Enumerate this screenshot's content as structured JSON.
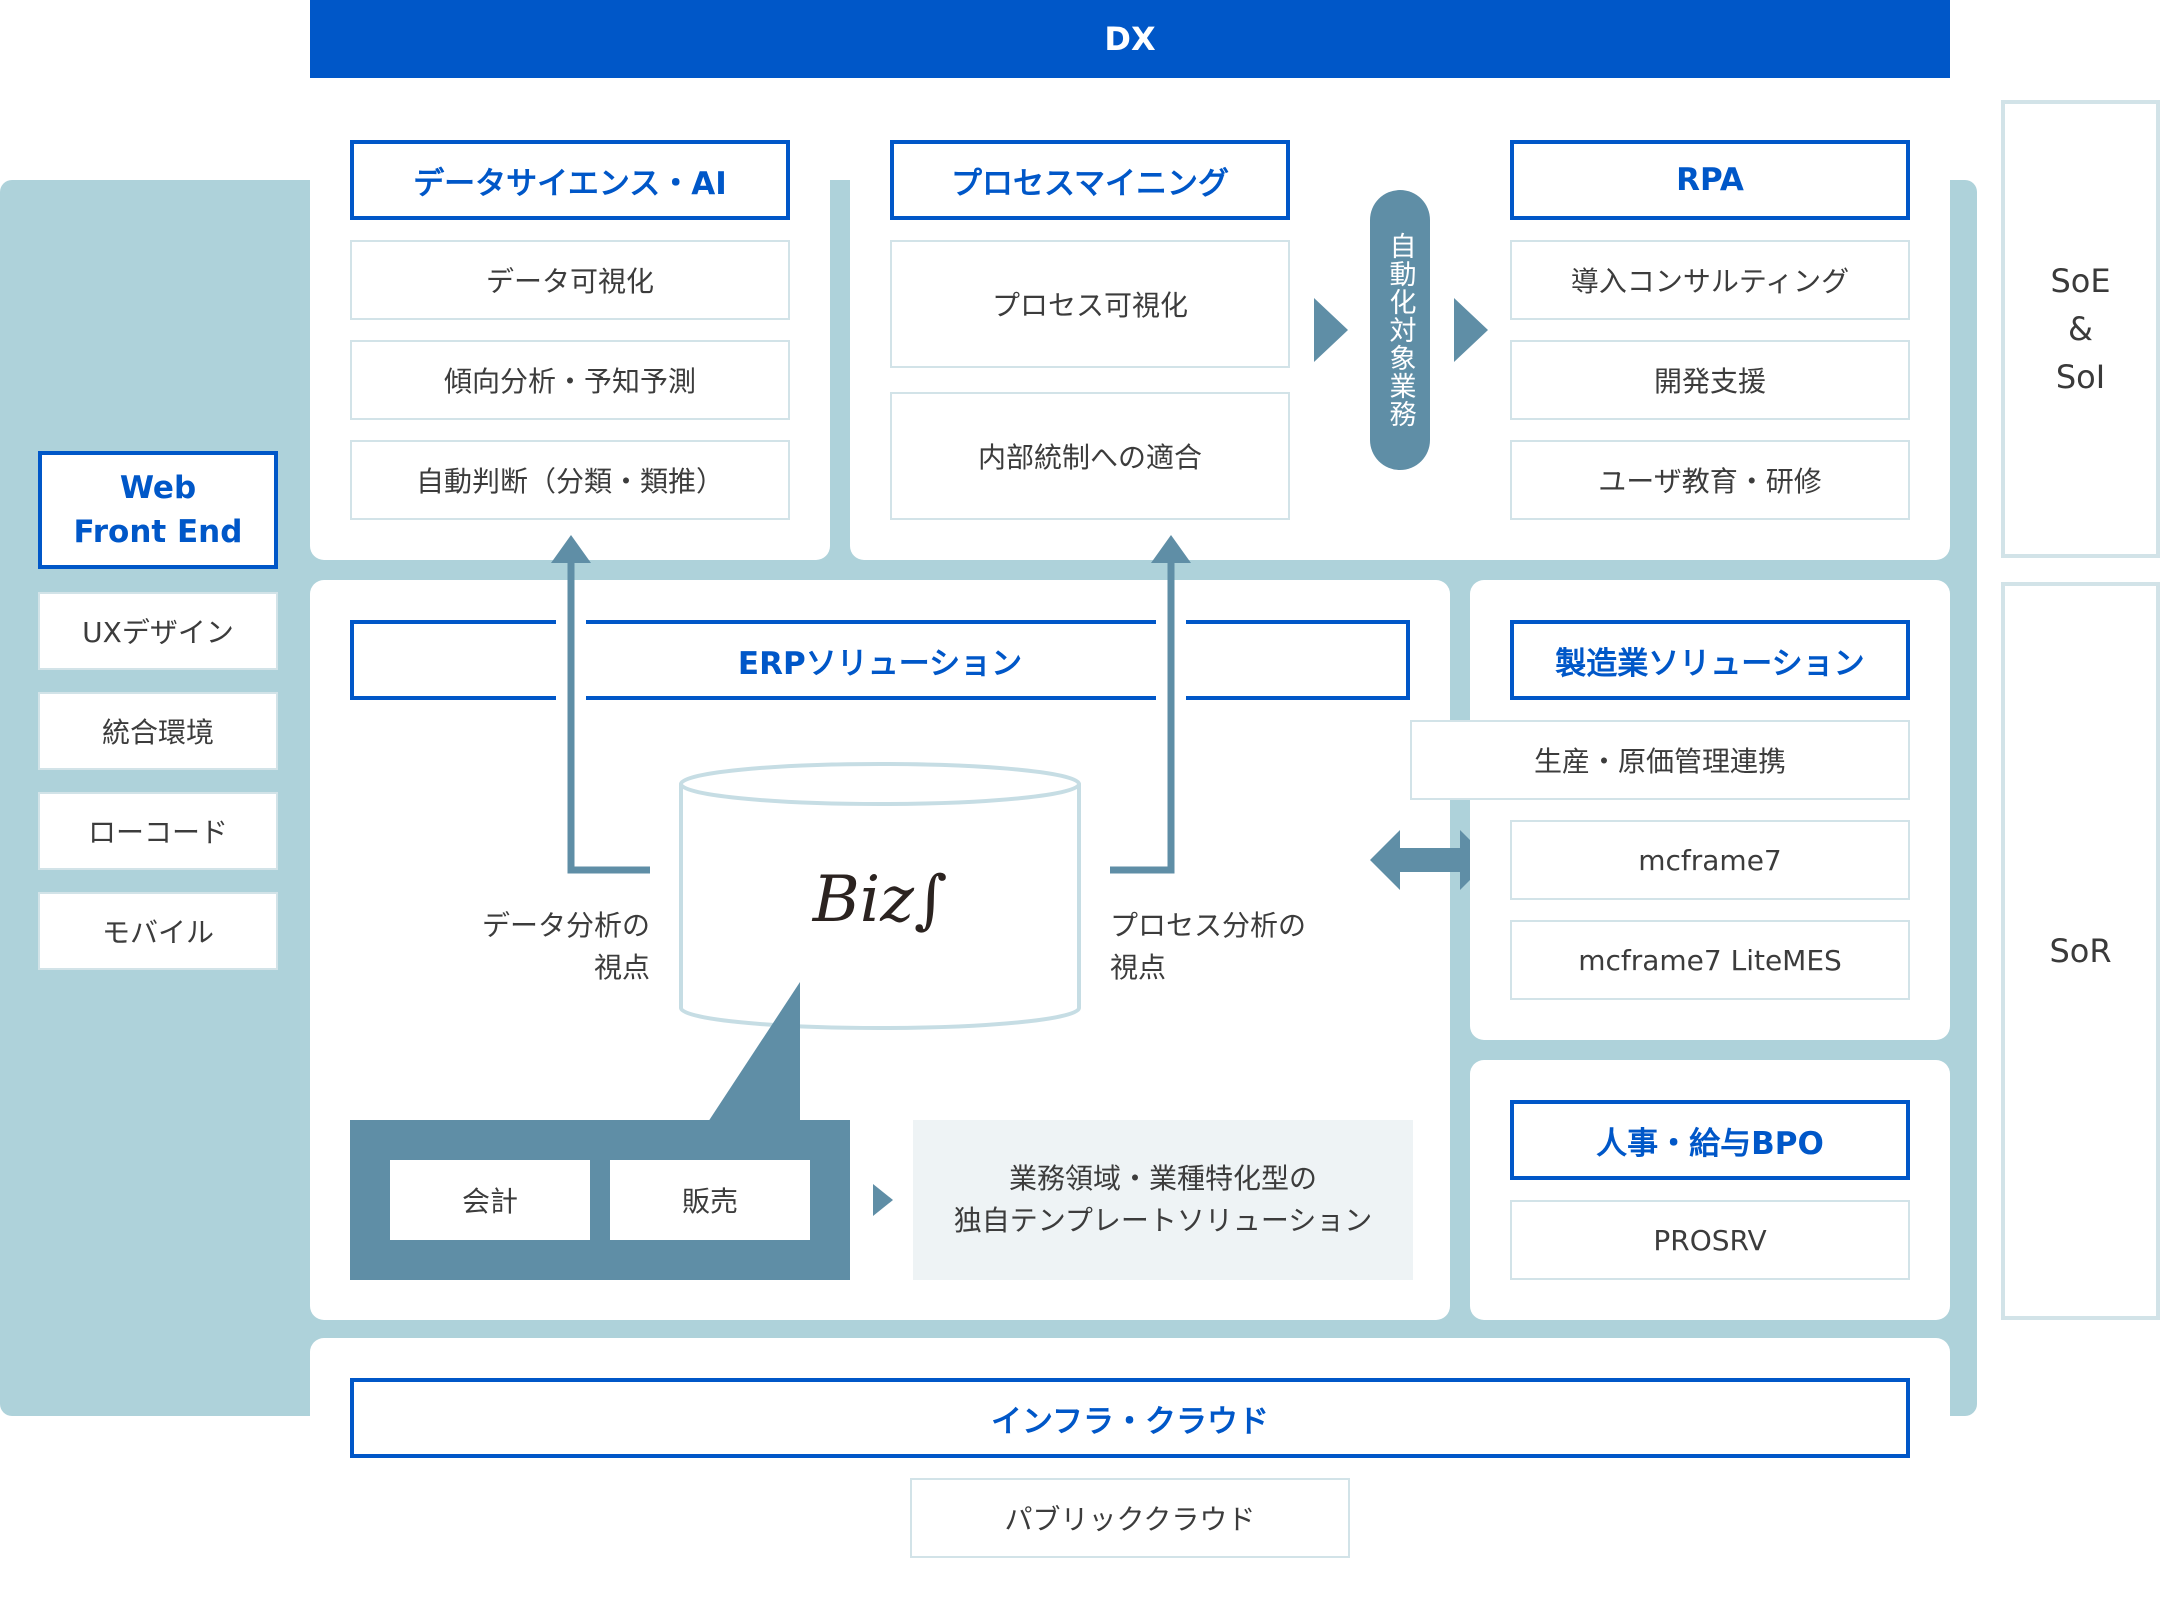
{
  "dx": "DX",
  "soe_soi": [
    "SoE",
    "&",
    "SoI"
  ],
  "sor": "SoR",
  "web_front_end": {
    "title": [
      "Web",
      "Front End"
    ],
    "items": [
      "UXデザイン",
      "統合環境",
      "ローコード",
      "モバイル"
    ]
  },
  "data_science": {
    "title": "データサイエンス・AI",
    "items": [
      "データ可視化",
      "傾向分析・予知予測",
      "自動判断（分類・類推）"
    ]
  },
  "process_mining": {
    "title": "プロセスマイニング",
    "items": [
      "プロセス可視化",
      "内部統制への適合"
    ]
  },
  "automation_target": "自動化対象業務",
  "rpa": {
    "title": "RPA",
    "items": [
      "導入コンサルティング",
      "開発支援",
      "ユーザ教育・研修"
    ]
  },
  "erp": {
    "title": "ERPソリューション",
    "bizf_logo": "Biz∫",
    "data_view": [
      "データ分析の",
      "視点"
    ],
    "process_view": [
      "プロセス分析の",
      "視点"
    ],
    "modules": [
      "会計",
      "販売"
    ],
    "template": [
      "業務領域・業種特化型の",
      "独自テンプレートソリューション"
    ]
  },
  "manufacturing": {
    "title": "製造業ソリューション",
    "items": [
      "生産・原価管理連携",
      "mcframe7",
      "mcframe7 LiteMES"
    ]
  },
  "hr": {
    "title": "人事・給与BPO",
    "items": [
      "PROSRV"
    ]
  },
  "infra": {
    "title": "インフラ・クラウド",
    "items": [
      "パブリッククラウド"
    ]
  },
  "colors": {
    "dx_bar": "#0057c8",
    "header_border": "#0057c8",
    "backdrop": "#aed2da",
    "steel": "#5f8ea6",
    "template_bg": "#eef3f5"
  }
}
